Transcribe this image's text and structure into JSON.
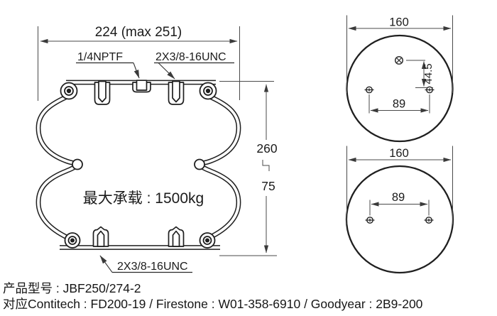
{
  "side_view": {
    "width_dim": "224 (max 251)",
    "port_label": "1/4NPTF",
    "top_studs_label": "2X3/8-16UNC",
    "bottom_studs_label": "2X3/8-16UNC",
    "height_max_dim": "260",
    "height_min_dim": "75",
    "max_load_text": "最大承载 : 1500kg"
  },
  "top_view": {
    "diameter_dim": "160",
    "bolt_spacing_dim": "89",
    "port_offset_dim": "44.5"
  },
  "bottom_view": {
    "diameter_dim": "160",
    "bolt_spacing_dim": "89"
  },
  "footer": {
    "product_model": "产品型号 : JBF250/274-2",
    "cross_reference": "对应Contitech : FD200-19 /  Firestone : W01-358-6910 / Goodyear : 2B9-200"
  },
  "colors": {
    "outline": "#1f1f1f",
    "dimension": "#4a4a4a",
    "text": "#1b1b1b",
    "background": "#ffffff"
  }
}
